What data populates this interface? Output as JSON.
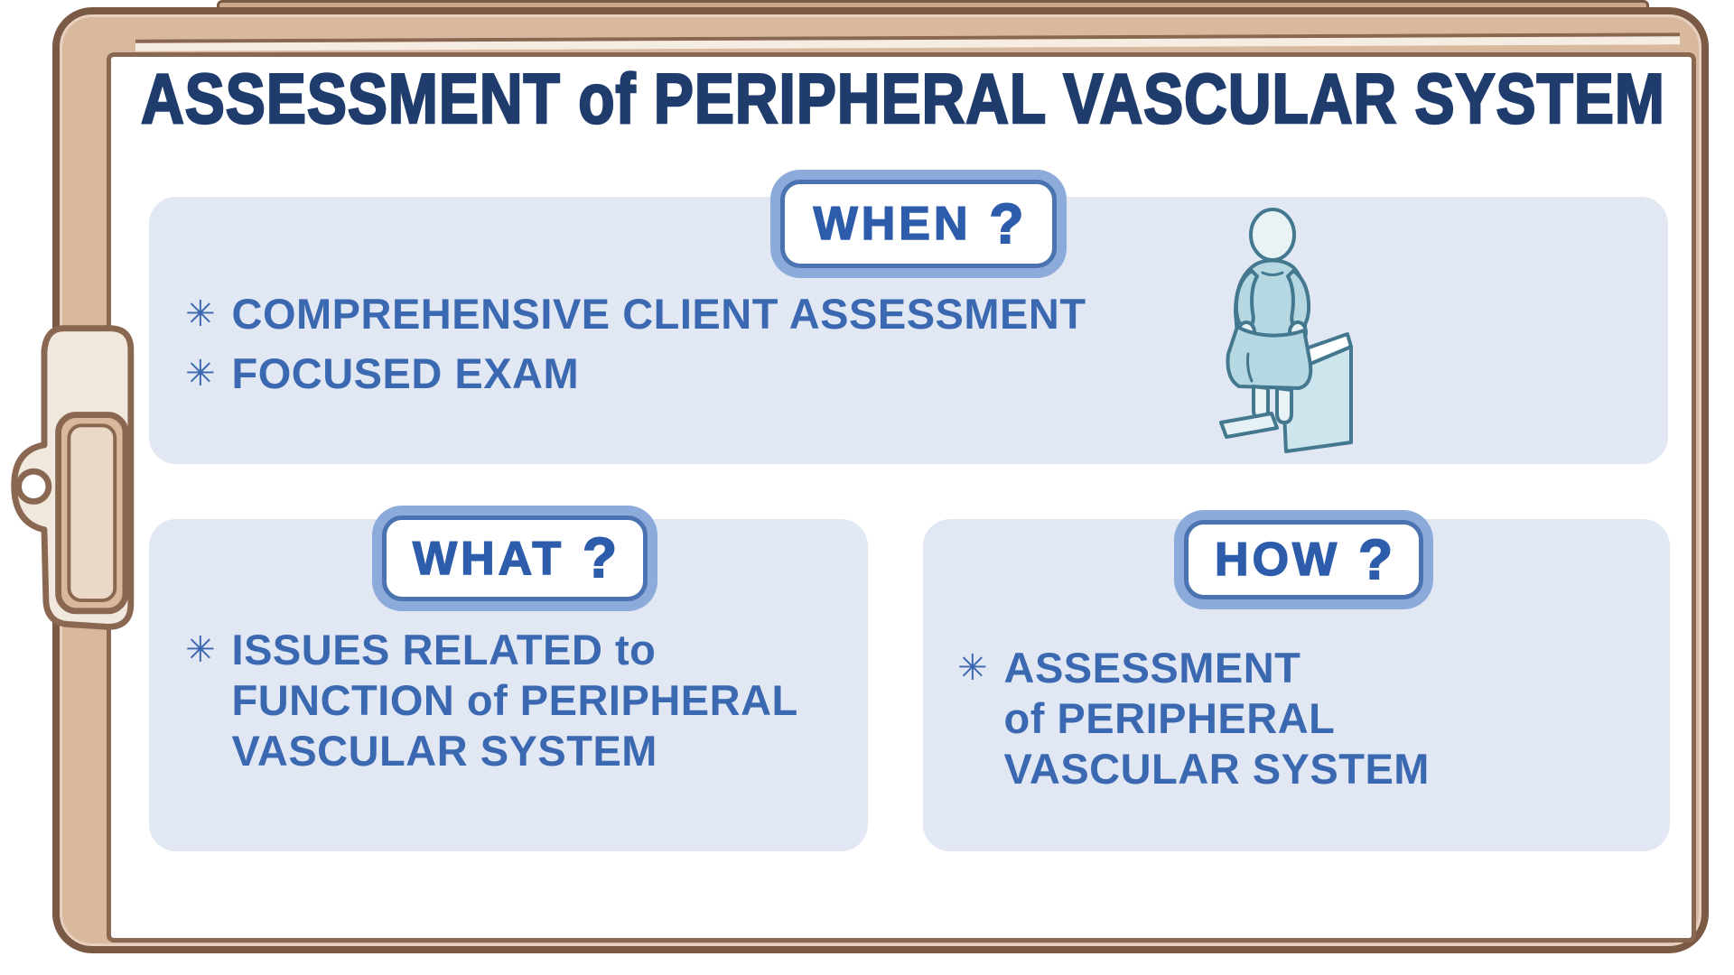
{
  "title": "ASSESSMENT of PERIPHERAL VASCULAR SYSTEM",
  "bullet_glyph": "✳",
  "sections": {
    "when": {
      "badge_word": "WHEN",
      "badge_qmark": "?",
      "bullets": [
        "COMPREHENSIVE CLIENT ASSESSMENT",
        "FOCUSED EXAM"
      ]
    },
    "what": {
      "badge_word": "WHAT",
      "badge_qmark": "?",
      "bullet_lines": [
        "ISSUES RELATED to",
        "FUNCTION of PERIPHERAL",
        "VASCULAR SYSTEM"
      ]
    },
    "how": {
      "badge_word": "HOW",
      "badge_qmark": "?",
      "bullet_lines": [
        "ASSESSMENT",
        "of PERIPHERAL",
        "VASCULAR SYSTEM"
      ]
    }
  },
  "icons": {
    "patient": "patient-on-exam-table-icon",
    "clip": "clipboard-clip-icon",
    "bullet": "asterisk-star-bullet"
  },
  "colors": {
    "title_navy": "#1f3c6d",
    "text_blue": "#3b69b1",
    "badge_text_blue": "#2d5cab",
    "badge_border_inner": "#4b73b1",
    "badge_border_outer": "#8cabdb",
    "panel_bg": "#e2e7f4",
    "clipboard_tan": "#d9b99e",
    "clipboard_outline": "#7b5a45",
    "paper_white": "#ffffff",
    "icon_gown_teal": "#b5d8e3",
    "icon_outline_teal": "#43788f"
  }
}
